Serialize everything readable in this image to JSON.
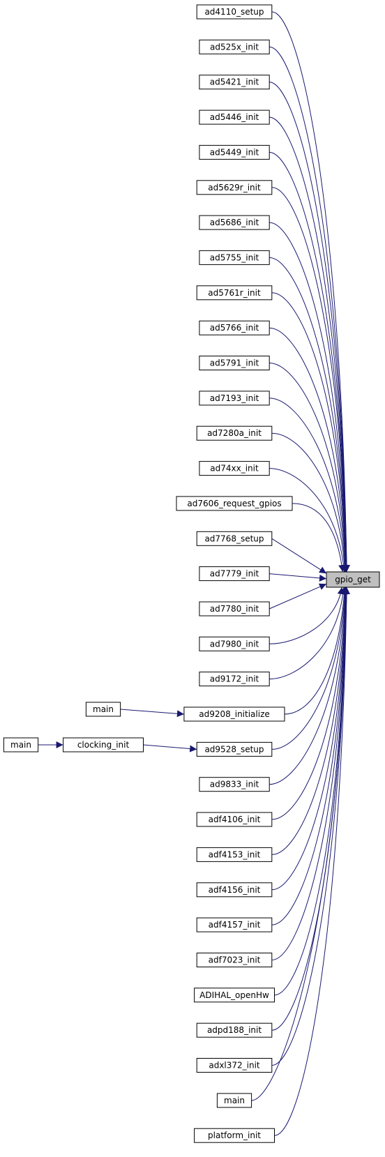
{
  "target": {
    "id": "gpio_get",
    "label": "gpio_get"
  },
  "callers": [
    {
      "id": "ad4110_setup",
      "label": "ad4110_setup"
    },
    {
      "id": "ad525x_init",
      "label": "ad525x_init"
    },
    {
      "id": "ad5421_init",
      "label": "ad5421_init"
    },
    {
      "id": "ad5446_init",
      "label": "ad5446_init"
    },
    {
      "id": "ad5449_init",
      "label": "ad5449_init"
    },
    {
      "id": "ad5629r_init",
      "label": "ad5629r_init"
    },
    {
      "id": "ad5686_init",
      "label": "ad5686_init"
    },
    {
      "id": "ad5755_init",
      "label": "ad5755_init"
    },
    {
      "id": "ad5761r_init",
      "label": "ad5761r_init"
    },
    {
      "id": "ad5766_init",
      "label": "ad5766_init"
    },
    {
      "id": "ad5791_init",
      "label": "ad5791_init"
    },
    {
      "id": "ad7193_init",
      "label": "ad7193_init"
    },
    {
      "id": "ad7280a_init",
      "label": "ad7280a_init"
    },
    {
      "id": "ad74xx_init",
      "label": "ad74xx_init"
    },
    {
      "id": "ad7606_request_gpios",
      "label": "ad7606_request_gpios"
    },
    {
      "id": "ad7768_setup",
      "label": "ad7768_setup"
    },
    {
      "id": "ad7779_init",
      "label": "ad7779_init"
    },
    {
      "id": "ad7780_init",
      "label": "ad7780_init"
    },
    {
      "id": "ad7980_init",
      "label": "ad7980_init"
    },
    {
      "id": "ad9172_init",
      "label": "ad9172_init"
    },
    {
      "id": "ad9208_initialize",
      "label": "ad9208_initialize"
    },
    {
      "id": "ad9528_setup",
      "label": "ad9528_setup"
    },
    {
      "id": "ad9833_init",
      "label": "ad9833_init"
    },
    {
      "id": "adf4106_init",
      "label": "adf4106_init"
    },
    {
      "id": "adf4153_init",
      "label": "adf4153_init"
    },
    {
      "id": "adf4156_init",
      "label": "adf4156_init"
    },
    {
      "id": "adf4157_init",
      "label": "adf4157_init"
    },
    {
      "id": "adf7023_init",
      "label": "adf7023_init"
    },
    {
      "id": "ADIHAL_openHw",
      "label": "ADIHAL_openHw"
    },
    {
      "id": "adpd188_init",
      "label": "adpd188_init"
    },
    {
      "id": "adxl372_init",
      "label": "adxl372_init"
    },
    {
      "id": "main_direct",
      "label": "main"
    },
    {
      "id": "platform_init",
      "label": "platform_init"
    }
  ],
  "upstream": [
    {
      "id": "main_ad9208",
      "label": "main"
    },
    {
      "id": "clocking_init",
      "label": "clocking_init"
    },
    {
      "id": "main_clocking",
      "label": "main"
    }
  ],
  "edges": [
    {
      "from": "main_ad9208",
      "to": "ad9208_initialize"
    },
    {
      "from": "main_clocking",
      "to": "clocking_init"
    },
    {
      "from": "clocking_init",
      "to": "ad9528_setup"
    }
  ],
  "colors": {
    "edge": "#191970",
    "target_fill": "#bfbfbf",
    "node_fill": "#ffffff",
    "node_stroke": "#000000"
  }
}
